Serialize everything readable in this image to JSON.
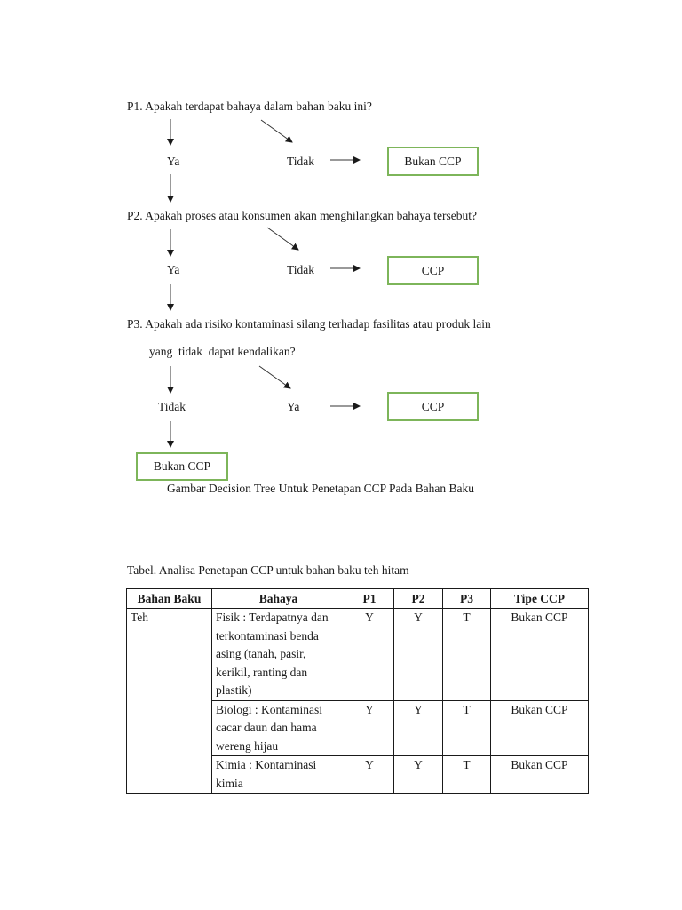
{
  "diagram": {
    "q1": {
      "question": "P1. Apakah terdapat bahaya dalam bahan baku ini?",
      "left_label": "Ya",
      "right_label": "Tidak",
      "outcome": "Bukan CCP"
    },
    "q2": {
      "question": "P2. Apakah proses atau konsumen akan menghilangkan bahaya tersebut?",
      "left_label": "Ya",
      "right_label": "Tidak",
      "outcome": "CCP"
    },
    "q3": {
      "question_line1": "P3. Apakah ada risiko kontaminasi silang terhadap fasilitas atau produk lain",
      "question_line2": "yang  tidak  dapat kendalikan?",
      "left_label": "Tidak",
      "right_label": "Ya",
      "outcome": "CCP",
      "final_outcome": "Bukan CCP"
    },
    "caption": "Gambar Decision Tree Untuk Penetapan CCP Pada Bahan Baku",
    "box_border_color": "#7db55a"
  },
  "table": {
    "caption": "Tabel. Analisa Penetapan CCP untuk bahan baku teh hitam",
    "headers": [
      "Bahan Baku",
      "Bahaya",
      "P1",
      "P2",
      "P3",
      "Tipe CCP"
    ],
    "bahan_baku": "Teh",
    "rows": [
      {
        "bahaya": "Fisik : Terdapatnya dan terkontaminasi benda asing (tanah, pasir, kerikil, ranting dan plastik)",
        "p1": "Y",
        "p2": "Y",
        "p3": "T",
        "tipe": "Bukan CCP"
      },
      {
        "bahaya": "Biologi : Kontaminasi cacar daun dan hama wereng hijau",
        "p1": "Y",
        "p2": "Y",
        "p3": "T",
        "tipe": "Bukan CCP"
      },
      {
        "bahaya": "Kimia : Kontaminasi kimia",
        "p1": "Y",
        "p2": "Y",
        "p3": "T",
        "tipe": "Bukan CCP"
      }
    ]
  }
}
